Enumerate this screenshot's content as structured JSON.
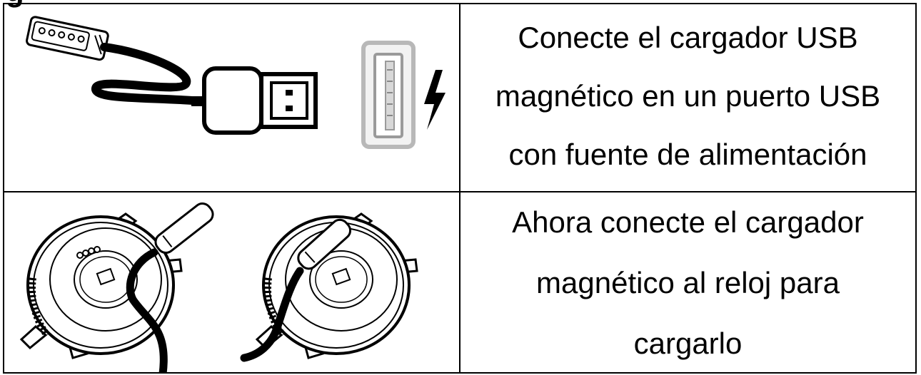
{
  "heading_fragment": "g",
  "rows": [
    {
      "lines": [
        "Conecte el cargador USB",
        "magnético en un puerto USB",
        "con fuente de alimentación"
      ],
      "icons": [
        "magnetic-usb-charger-cable-icon",
        "usb-port-icon",
        "lightning-bolt-icon"
      ]
    },
    {
      "lines": [
        "Ahora conecte el cargador",
        "magnético al reloj para",
        "cargarlo"
      ],
      "icons": [
        "smartwatch-back-icon",
        "smartwatch-back-connected-icon"
      ]
    }
  ]
}
